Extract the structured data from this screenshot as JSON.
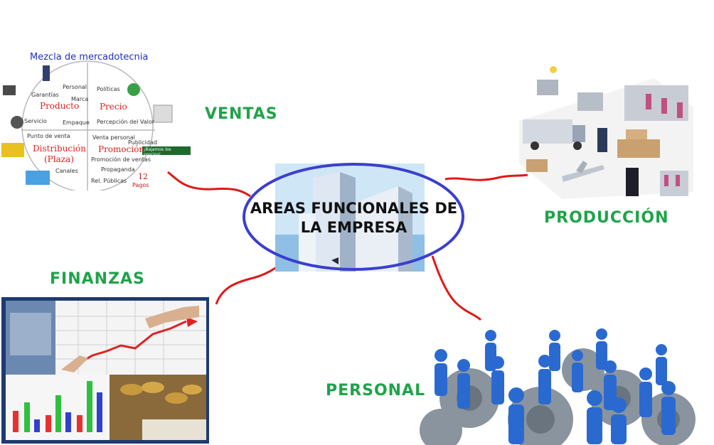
{
  "center": {
    "line1": "AREAS FUNCIONALES DE",
    "line2": "LA EMPRESA"
  },
  "labels": {
    "ventas": "VENTAS",
    "produccion": "PRODUCCIÓN",
    "finanzas": "FINANZAS",
    "personal": "PERSONAL"
  },
  "marketing": {
    "title": "Mezcla de mercadotecnia",
    "producto": "Producto",
    "precio": "Precio",
    "distribucion": "Distribución",
    "plaza": "(Plaza)",
    "promocion": "Promoción",
    "personal": "Personal",
    "garantias": "Garantías",
    "marca": "Marca",
    "servicio": "Servicio",
    "empaque": "Empaque",
    "politicas": "Políticas",
    "percepcion": "Percepción del Valor",
    "punto_venta": "Punto de venta",
    "canales": "Canales",
    "venta_personal": "Venta personal",
    "publicidad": "Publicidad",
    "promocion_ventas": "Promoción de ventas",
    "propaganda": "Propaganda",
    "rel_publicas": "Rel. Públicas",
    "bajamos": "¡Bajamos los precios!",
    "pagos_num": "12",
    "pagos": "Pagos"
  },
  "colors": {
    "ellipse": "#3a3fcf",
    "connector": "#e01818",
    "label": "#1fa34a"
  }
}
